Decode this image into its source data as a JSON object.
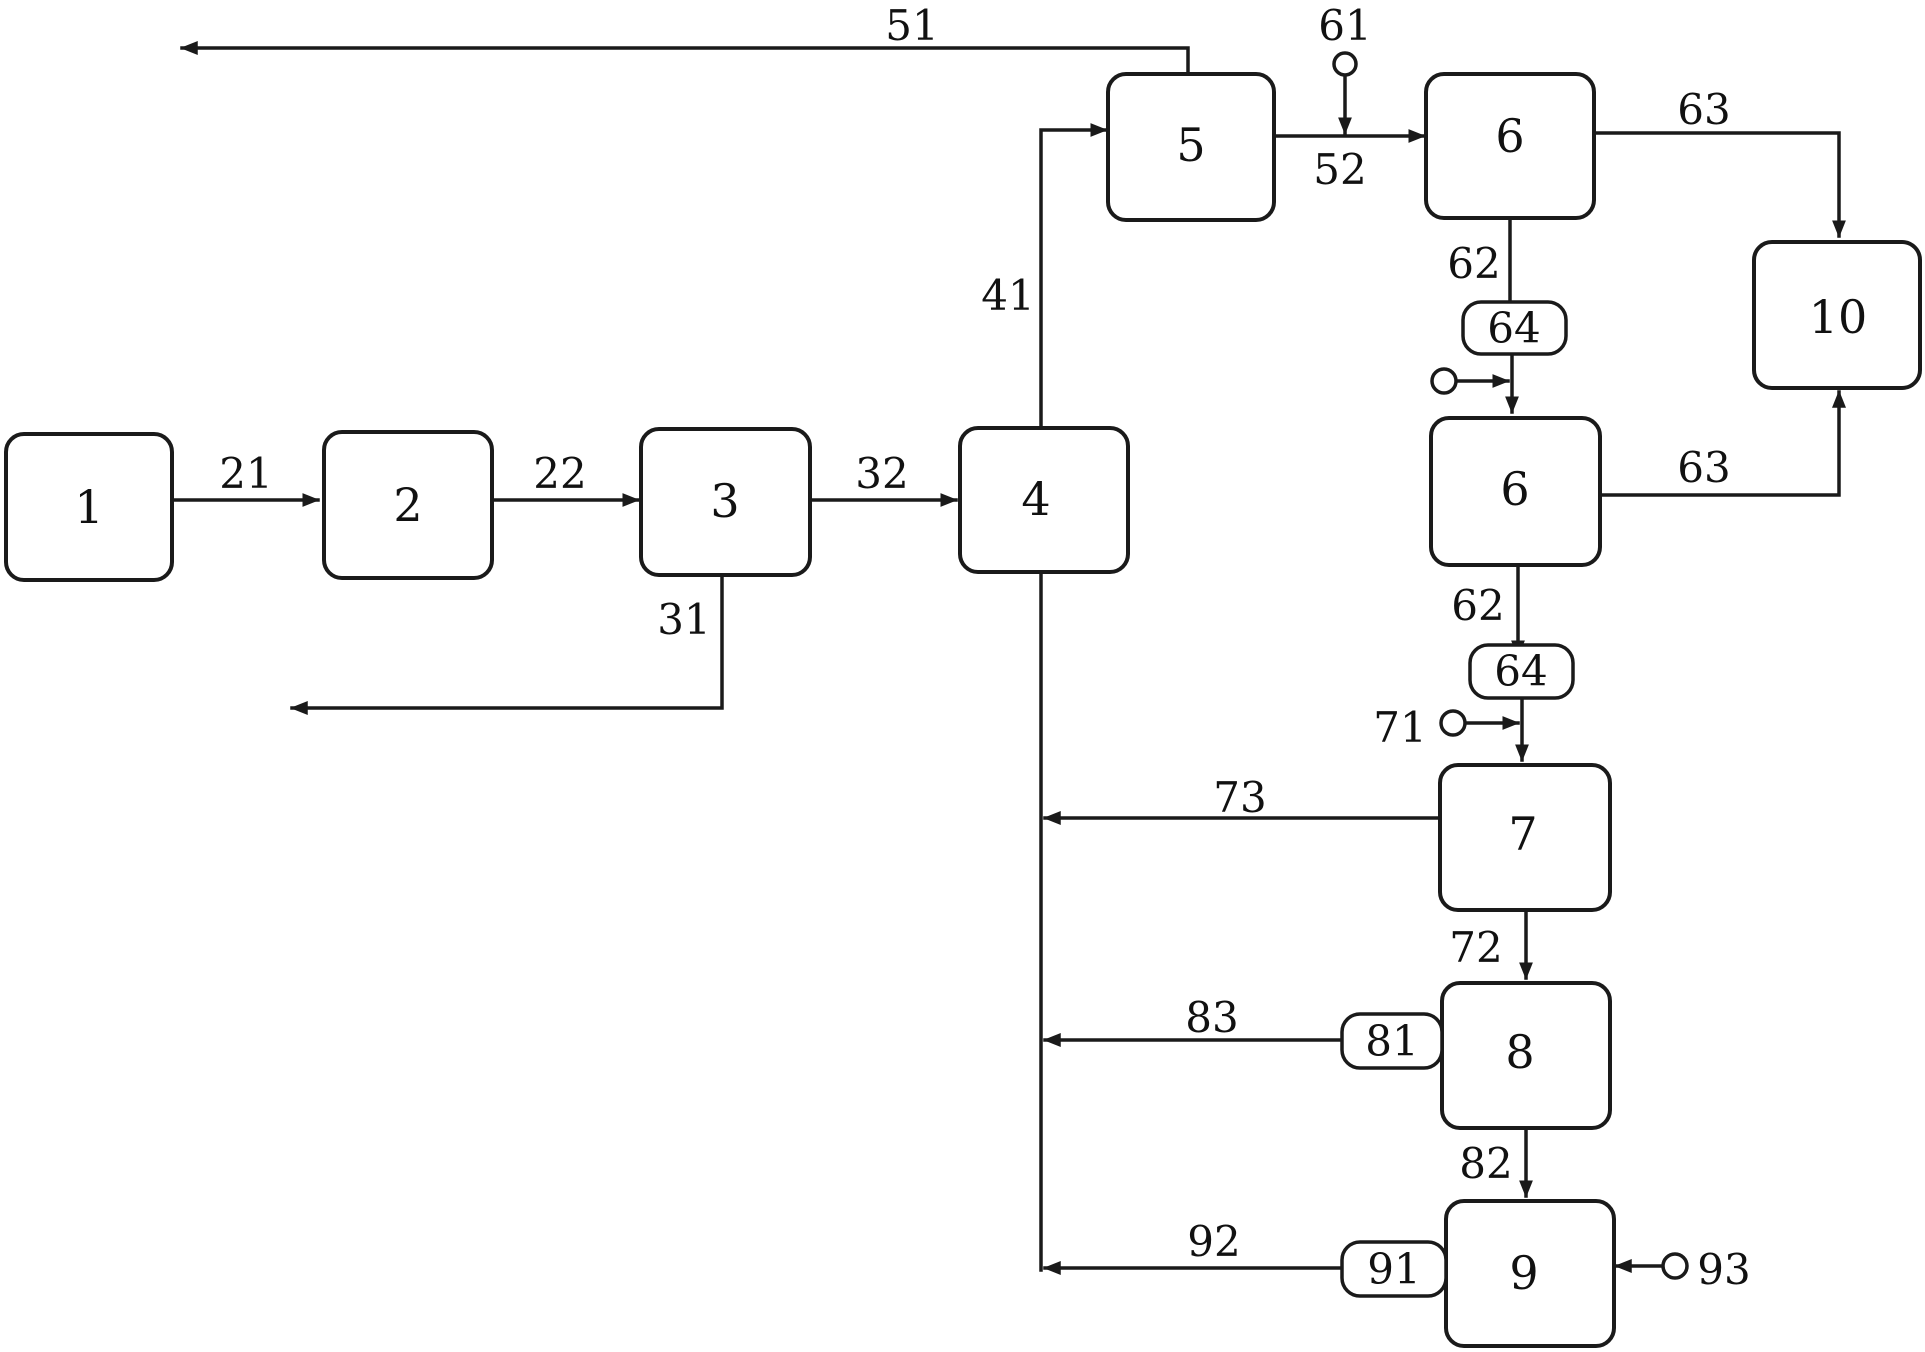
{
  "units": [
    {
      "id": "u1",
      "label": "1"
    },
    {
      "id": "u2",
      "label": "2"
    },
    {
      "id": "u3",
      "label": "3"
    },
    {
      "id": "u4",
      "label": "4"
    },
    {
      "id": "u5",
      "label": "5"
    },
    {
      "id": "u6a",
      "label": "6"
    },
    {
      "id": "u6b",
      "label": "6"
    },
    {
      "id": "u7",
      "label": "7"
    },
    {
      "id": "u8",
      "label": "8"
    },
    {
      "id": "u9",
      "label": "9"
    },
    {
      "id": "u10",
      "label": "10"
    }
  ],
  "fittings": [
    {
      "id": "f64a",
      "label": "64"
    },
    {
      "id": "f64b",
      "label": "64"
    },
    {
      "id": "f81",
      "label": "81"
    },
    {
      "id": "f91",
      "label": "91"
    }
  ],
  "streams": {
    "s21": "21",
    "s22": "22",
    "s31": "31",
    "s32": "32",
    "s41": "41",
    "s51": "51",
    "s52": "52",
    "s61": "61",
    "s62a": "62",
    "s62b": "62",
    "s63a": "63",
    "s63b": "63",
    "s71": "71",
    "s72": "72",
    "s73": "73",
    "s82": "82",
    "s83": "83",
    "s92": "92",
    "s93": "93"
  }
}
